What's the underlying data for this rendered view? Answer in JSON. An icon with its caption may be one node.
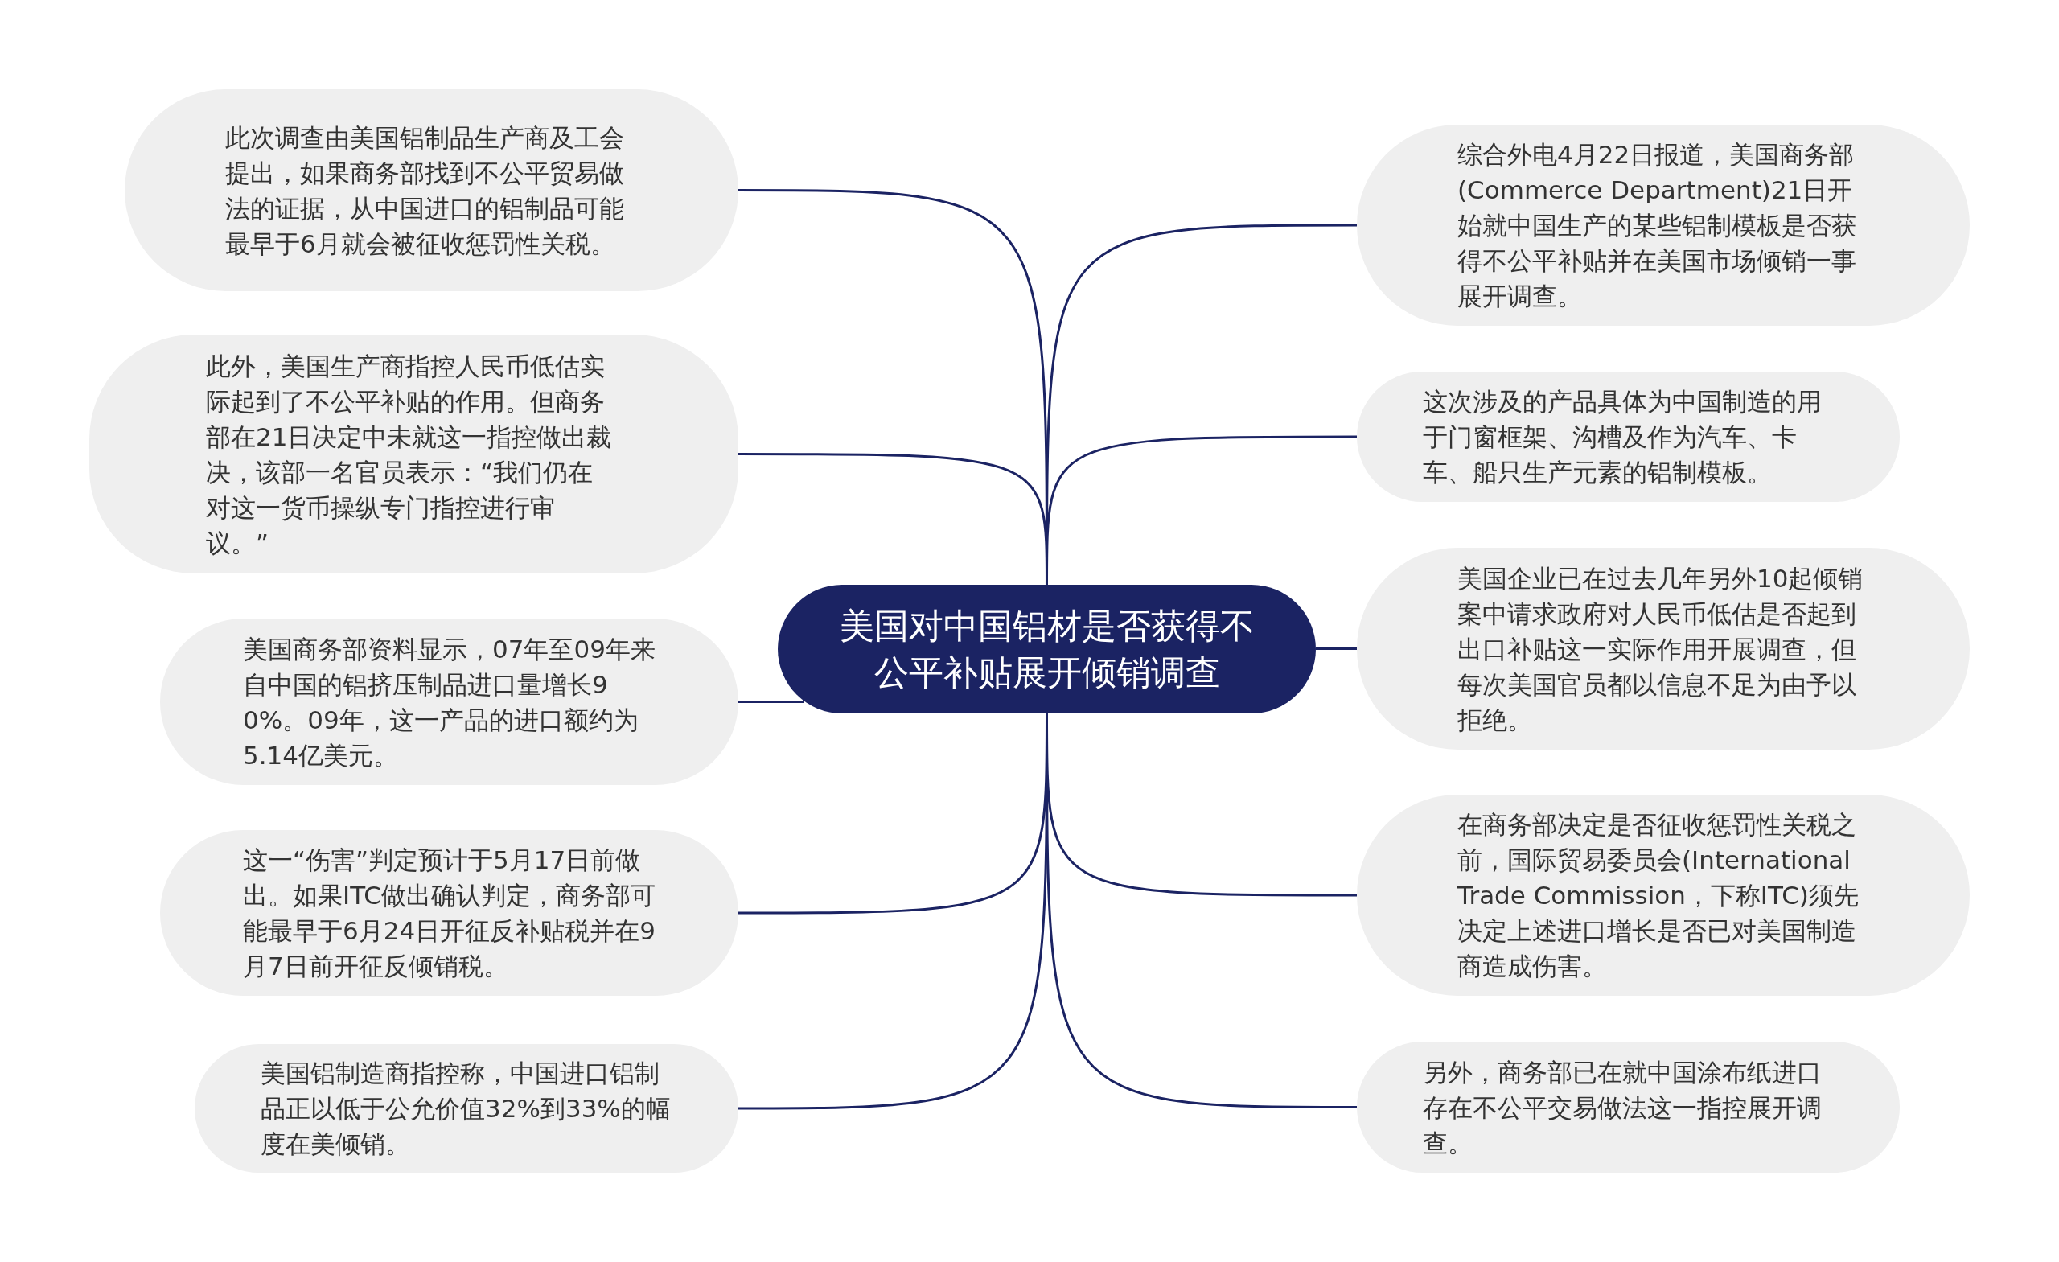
{
  "diagram": {
    "nodes": [
      {
        "text": [
          "美国对中国铝材是否获得不公平补贴展开倾销调查"
        ]
      },
      {
        "text": [
          "此次调查由美国铝制品生产商及工会提出，如果商务部找到不公平贸易做法的证据，从中国进口的铝制品可能最早于6月就会被征收惩罚性关税。"
        ]
      },
      {
        "text": [
          "此外，美国生产商指控人民币低估实际起到了不公平补贴的作用。但商务部在21日决定中未就这一指控做出裁决，该部一名官员表示：“我们仍在对这一货币操纵专门指控进行审议。”"
        ]
      },
      {
        "text": [
          "美国商务部资料显示，07年至09年来自中国的铝挤压制品进口量增长90%。09年，这一产品的进口额约为5.14亿美元。"
        ]
      },
      {
        "text": [
          "这一“伤害”判定预计于5月17日前做出。如果ITC做出确认判定，商务部可能最早于6月24日开征反补贴税并在9月7日前开征反倾销税。"
        ]
      },
      {
        "text": [
          "美国铝制造商指控称，中国进口铝制品正以低于公允价值32%到33%的幅度在美倾销。"
        ]
      },
      {
        "text": [
          "综合外电4月22日报道，美国商务部(Commerce Department)21日开始就中国生产的某些铝制模板是否获得不公平补贴并在美国市场倾销一事展开调查。"
        ]
      },
      {
        "text": [
          "这次涉及的产品具体为中国制造的用于门窗框架、沟槽及作为汽车、卡车、船只生产元素的铝制模板。"
        ]
      },
      {
        "text": [
          "美国企业已在过去几年另外10起倾销案中请求政府对人民币低估是否起到出口补贴这一实际作用开展调查，但每次美国官员都以信息不足为由予以拒绝。"
        ]
      },
      {
        "text": [
          "在商务部决定是否征收惩罚性关税之前，国际贸易委员会(International Trade Commission，下称ITC)须先决定上述进口增长是否已对美国制造商造成伤害。"
        ]
      },
      {
        "text": [
          "另外，商务部已在就中国涂布纸进口存在不公平交易做法这一指控展开调查。"
        ]
      }
    ],
    "edges": [
      {
        "from": 0,
        "to": 1,
        "arrow": "none"
      },
      {
        "from": 0,
        "to": 2,
        "arrow": "none"
      },
      {
        "from": 0,
        "to": 3,
        "arrow": "none"
      },
      {
        "from": 0,
        "to": 4,
        "arrow": "none"
      },
      {
        "from": 0,
        "to": 5,
        "arrow": "none"
      },
      {
        "from": 0,
        "to": 6,
        "arrow": "none"
      },
      {
        "from": 0,
        "to": 7,
        "arrow": "none"
      },
      {
        "from": 0,
        "to": 8,
        "arrow": "none"
      },
      {
        "from": 0,
        "to": 9,
        "arrow": "none"
      },
      {
        "from": 0,
        "to": 10,
        "arrow": "none"
      }
    ]
  }
}
